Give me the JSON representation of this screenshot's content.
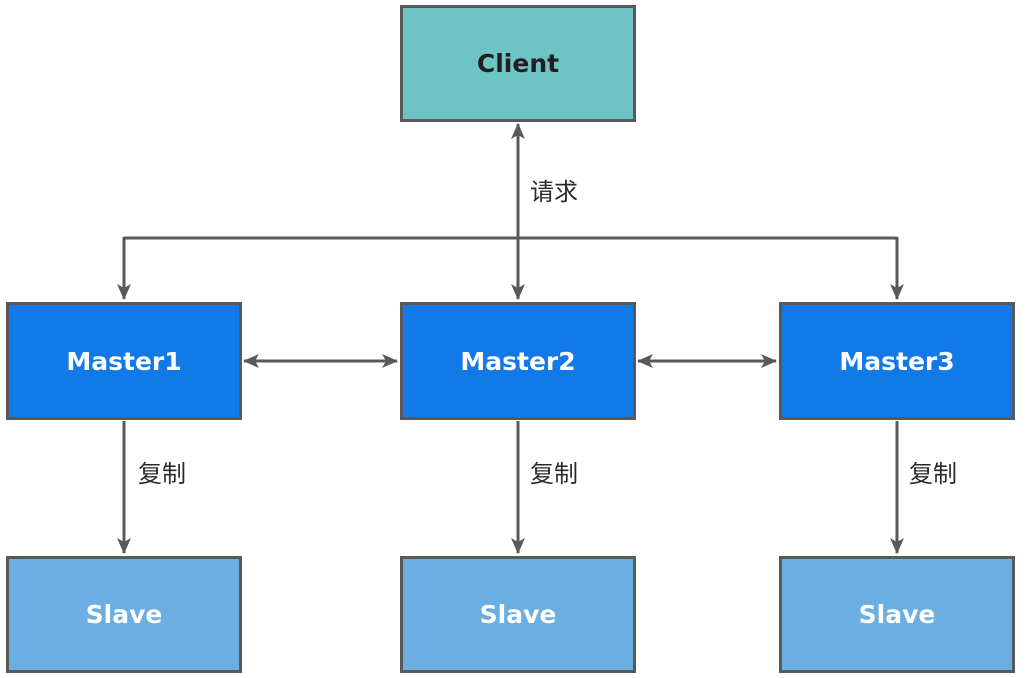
{
  "colors": {
    "client_fill": "#6ec4c4",
    "master_fill": "#1179e8",
    "slave_fill": "#6aaee2",
    "border": "#595959",
    "connector": "#595959"
  },
  "nodes": {
    "client": {
      "label": "Client"
    },
    "masters": [
      {
        "label": "Master1"
      },
      {
        "label": "Master2"
      },
      {
        "label": "Master3"
      }
    ],
    "slaves": [
      {
        "label": "Slave"
      },
      {
        "label": "Slave"
      },
      {
        "label": "Slave"
      }
    ]
  },
  "edge_labels": {
    "request": "请求",
    "replication": [
      "复制",
      "复制",
      "复制"
    ]
  },
  "edges": [
    {
      "from": "client",
      "to": "master1",
      "direction": "bidirectional",
      "label": "请求"
    },
    {
      "from": "client",
      "to": "master2",
      "direction": "bidirectional",
      "label": "请求"
    },
    {
      "from": "client",
      "to": "master3",
      "direction": "bidirectional",
      "label": "请求"
    },
    {
      "from": "master1",
      "to": "master2",
      "direction": "bidirectional"
    },
    {
      "from": "master2",
      "to": "master3",
      "direction": "bidirectional"
    },
    {
      "from": "master1",
      "to": "slave1",
      "direction": "forward",
      "label": "复制"
    },
    {
      "from": "master2",
      "to": "slave2",
      "direction": "forward",
      "label": "复制"
    },
    {
      "from": "master3",
      "to": "slave3",
      "direction": "forward",
      "label": "复制"
    }
  ]
}
